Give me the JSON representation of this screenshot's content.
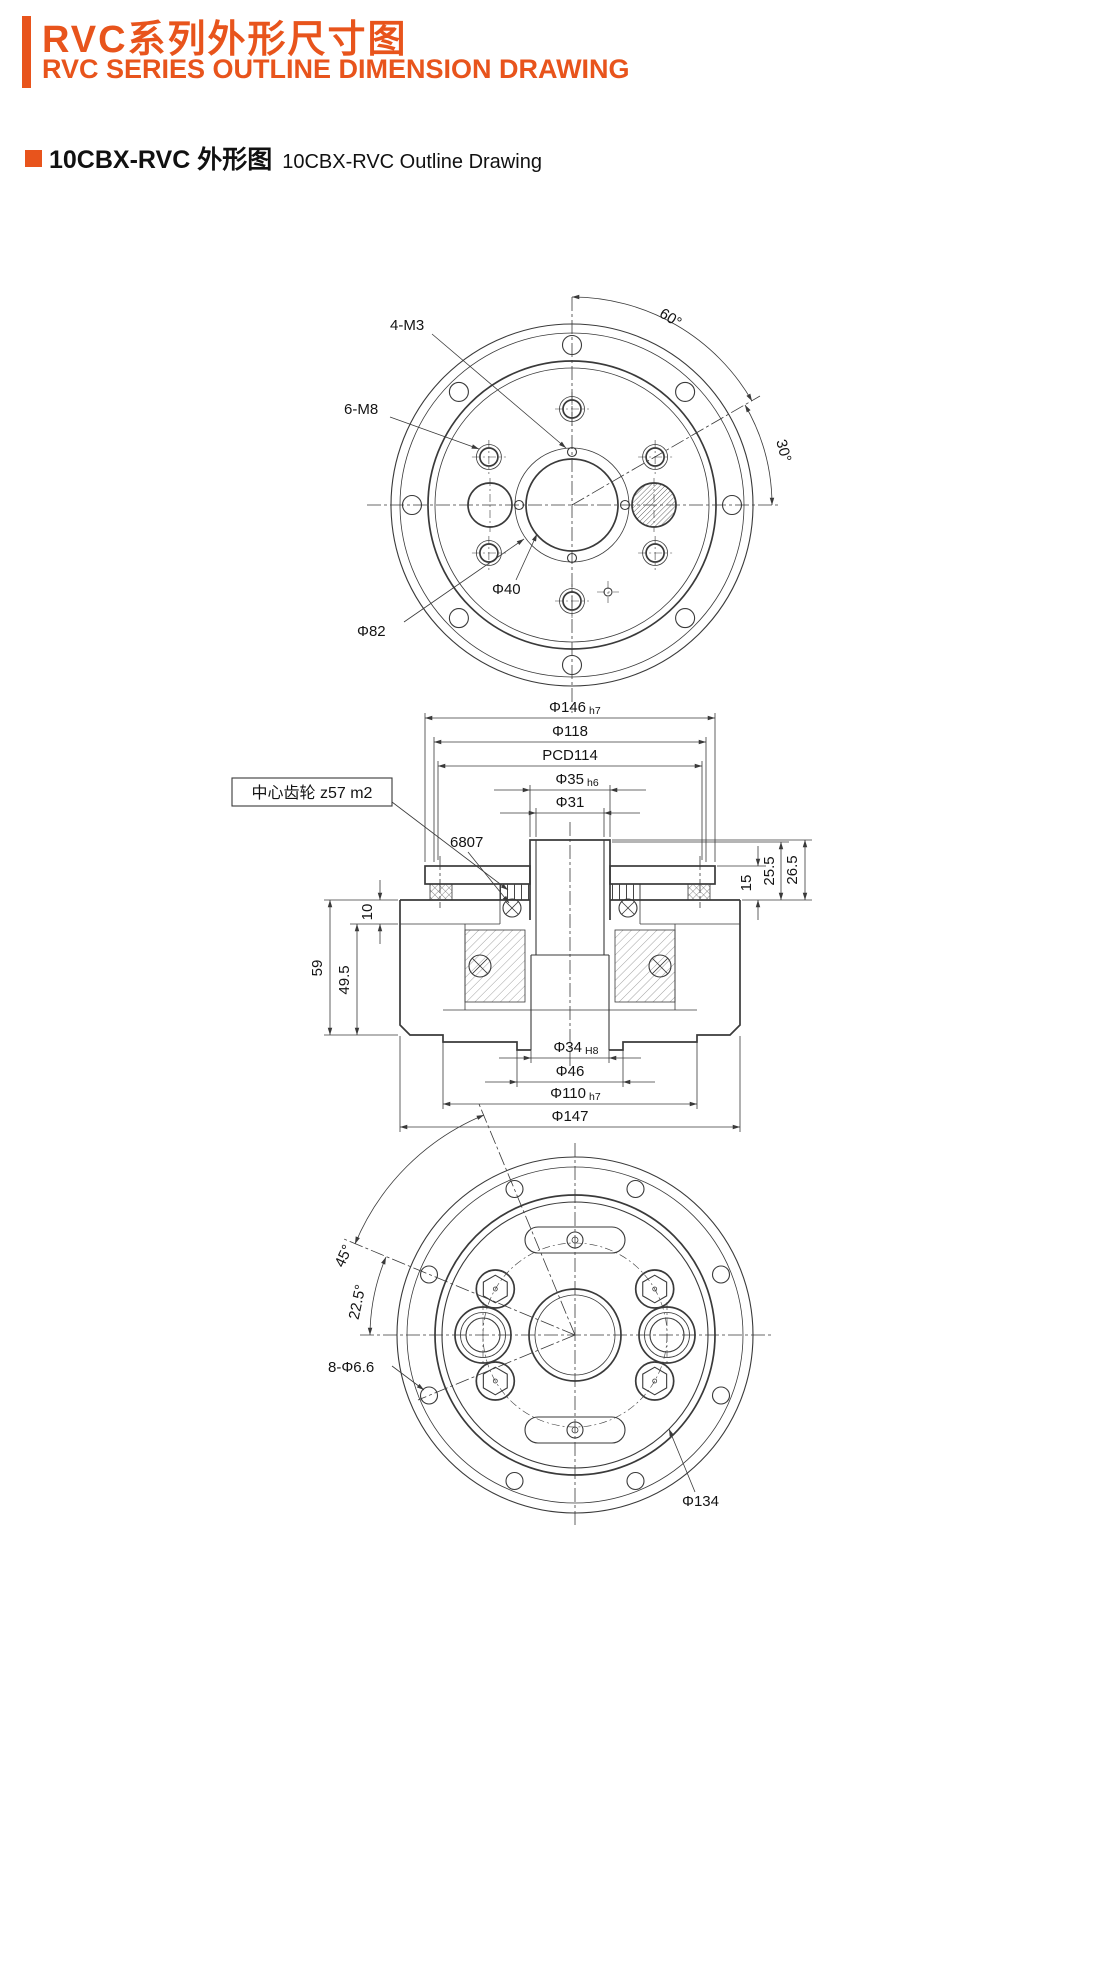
{
  "page": {
    "title_zh": "RVC系列外形尺寸图",
    "title_en": "RVC SERIES OUTLINE DIMENSION DRAWING",
    "section_zh": "10CBX-RVC 外形图",
    "section_en": "10CBX-RVC Outline Drawing"
  },
  "colors": {
    "accent": "#e8541c",
    "line": "#3a3a3a"
  },
  "front_view": {
    "thread_callout_small": "4-M3",
    "thread_callout_large": "6-M8",
    "angle_major": "60°",
    "angle_minor": "30°",
    "bore_dia": "Φ40",
    "pitch_dia": "Φ82"
  },
  "section_view": {
    "gear_callout": "中心齿轮 z57 m2",
    "bearing_callout": "6807",
    "dia_146": "Φ146",
    "tol_146": "h7",
    "dia_118": "Φ118",
    "pcd_114": "PCD114",
    "dia_35": "Φ35",
    "tol_35": "h6",
    "dia_31": "Φ31",
    "dim_26_5": "26.5",
    "dim_25_5": "25.5",
    "dim_15": "15",
    "dim_10": "10",
    "dim_59": "59",
    "dim_49_5": "49.5",
    "dia_34": "Φ34",
    "tol_34": "H8",
    "dia_46": "Φ46",
    "dia_110": "Φ110",
    "tol_110": "h7",
    "dia_147": "Φ147"
  },
  "rear_view": {
    "angle_45": "45°",
    "angle_22_5": "22.5°",
    "hole_callout": "8-Φ6.6",
    "dia_134": "Φ134"
  }
}
